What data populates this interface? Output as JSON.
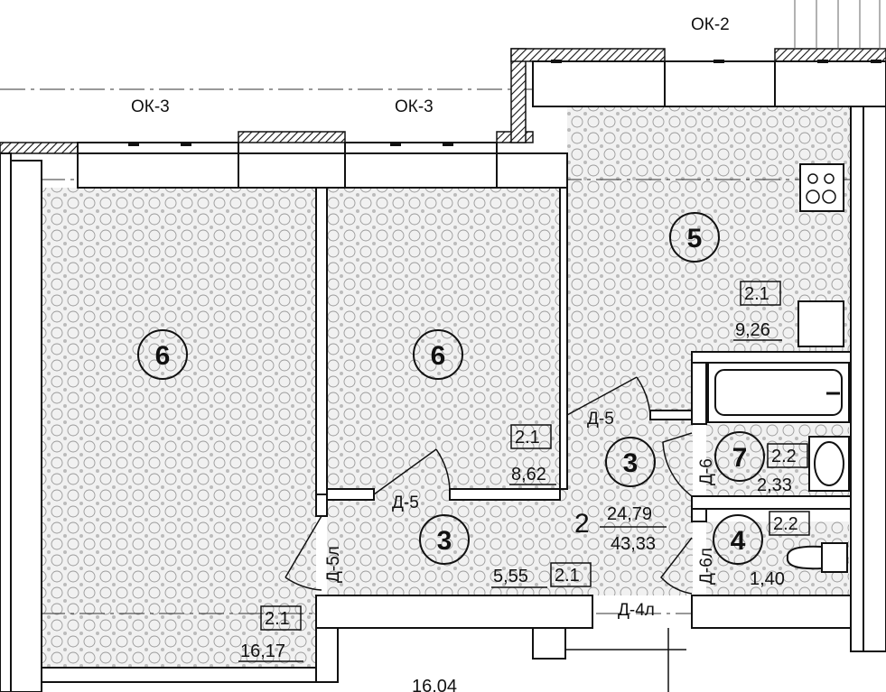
{
  "plan": {
    "windows": {
      "top_right": "ОК-2",
      "left": "ОК-3",
      "middle": "ОК-3"
    },
    "rooms": [
      {
        "id": "bedroom-left",
        "number": "6",
        "code": "2.1",
        "area": "16,17"
      },
      {
        "id": "bedroom-mid",
        "number": "6",
        "code": "2.1",
        "area": "8,62"
      },
      {
        "id": "kitchen",
        "number": "5",
        "code": "2.1",
        "area": "9,26"
      },
      {
        "id": "hall-upper",
        "number": "3"
      },
      {
        "id": "hall-lower",
        "number": "3",
        "code": "2.1",
        "area": "5,55"
      },
      {
        "id": "bathroom",
        "number": "7",
        "code": "2.2",
        "area": "2,33"
      },
      {
        "id": "toilet",
        "number": "4",
        "code": "2.2",
        "area": "1,40"
      }
    ],
    "doors": {
      "d5_upper": "Д-5",
      "d5_lower": "Д-5",
      "d6": "Д-6",
      "d6l": "Д-6л",
      "d5l": "Д-5л",
      "d4l": "Д-4л"
    },
    "apartment": {
      "rooms_count": "2",
      "living_area": "24,79",
      "total_area": "43,33"
    },
    "partial_bottom_area": "16,04"
  }
}
